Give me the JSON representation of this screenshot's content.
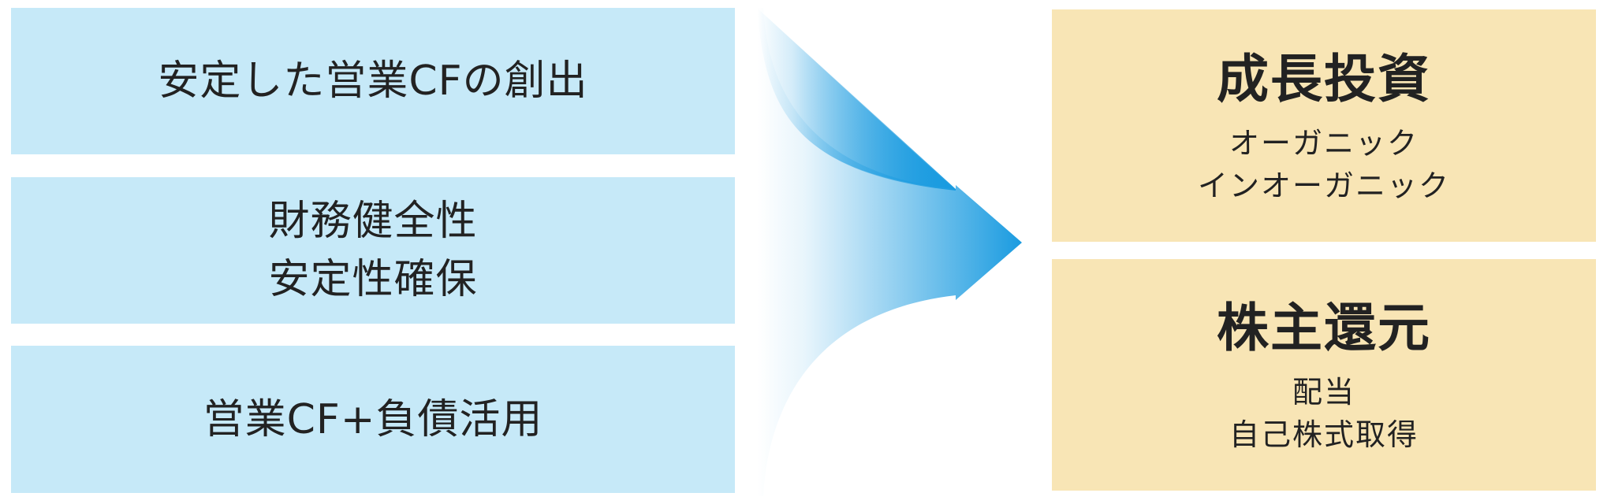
{
  "sources": [
    {
      "lines": [
        "安定した営業CFの創出"
      ]
    },
    {
      "lines": [
        "財務健全性",
        "安定性確保"
      ]
    },
    {
      "lines": [
        "営業CF+負債活用"
      ]
    }
  ],
  "destinations": [
    {
      "title": "成長投資",
      "items": [
        "オーガニック",
        "インオーガニック"
      ]
    },
    {
      "title": "株主還元",
      "items": [
        "配当",
        "自己株式取得"
      ]
    }
  ],
  "colors": {
    "source_fill": "#c6e9f8",
    "destination_fill": "#f8e5b5",
    "arrow": "#1a9be0"
  }
}
